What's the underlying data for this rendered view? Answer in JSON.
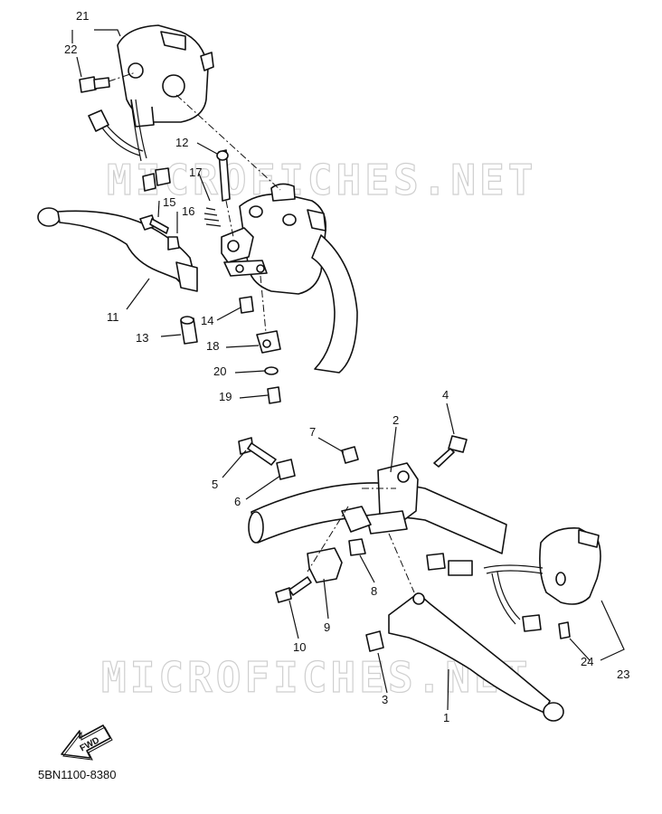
{
  "watermark": "MICROFICHES.NET",
  "diagram_code": "5BN1100-8380",
  "direction_arrow": "FWD",
  "part_numbers": {
    "p1": "1",
    "p2": "2",
    "p3": "3",
    "p4": "4",
    "p5": "5",
    "p6": "6",
    "p7": "7",
    "p8": "8",
    "p9": "9",
    "p10": "10",
    "p11": "11",
    "p12": "12",
    "p13": "13",
    "p14": "14",
    "p15": "15",
    "p16": "16",
    "p17": "17",
    "p18": "18",
    "p19": "19",
    "p20": "20",
    "p21": "21",
    "p22": "22",
    "p23": "23",
    "p24": "24"
  }
}
